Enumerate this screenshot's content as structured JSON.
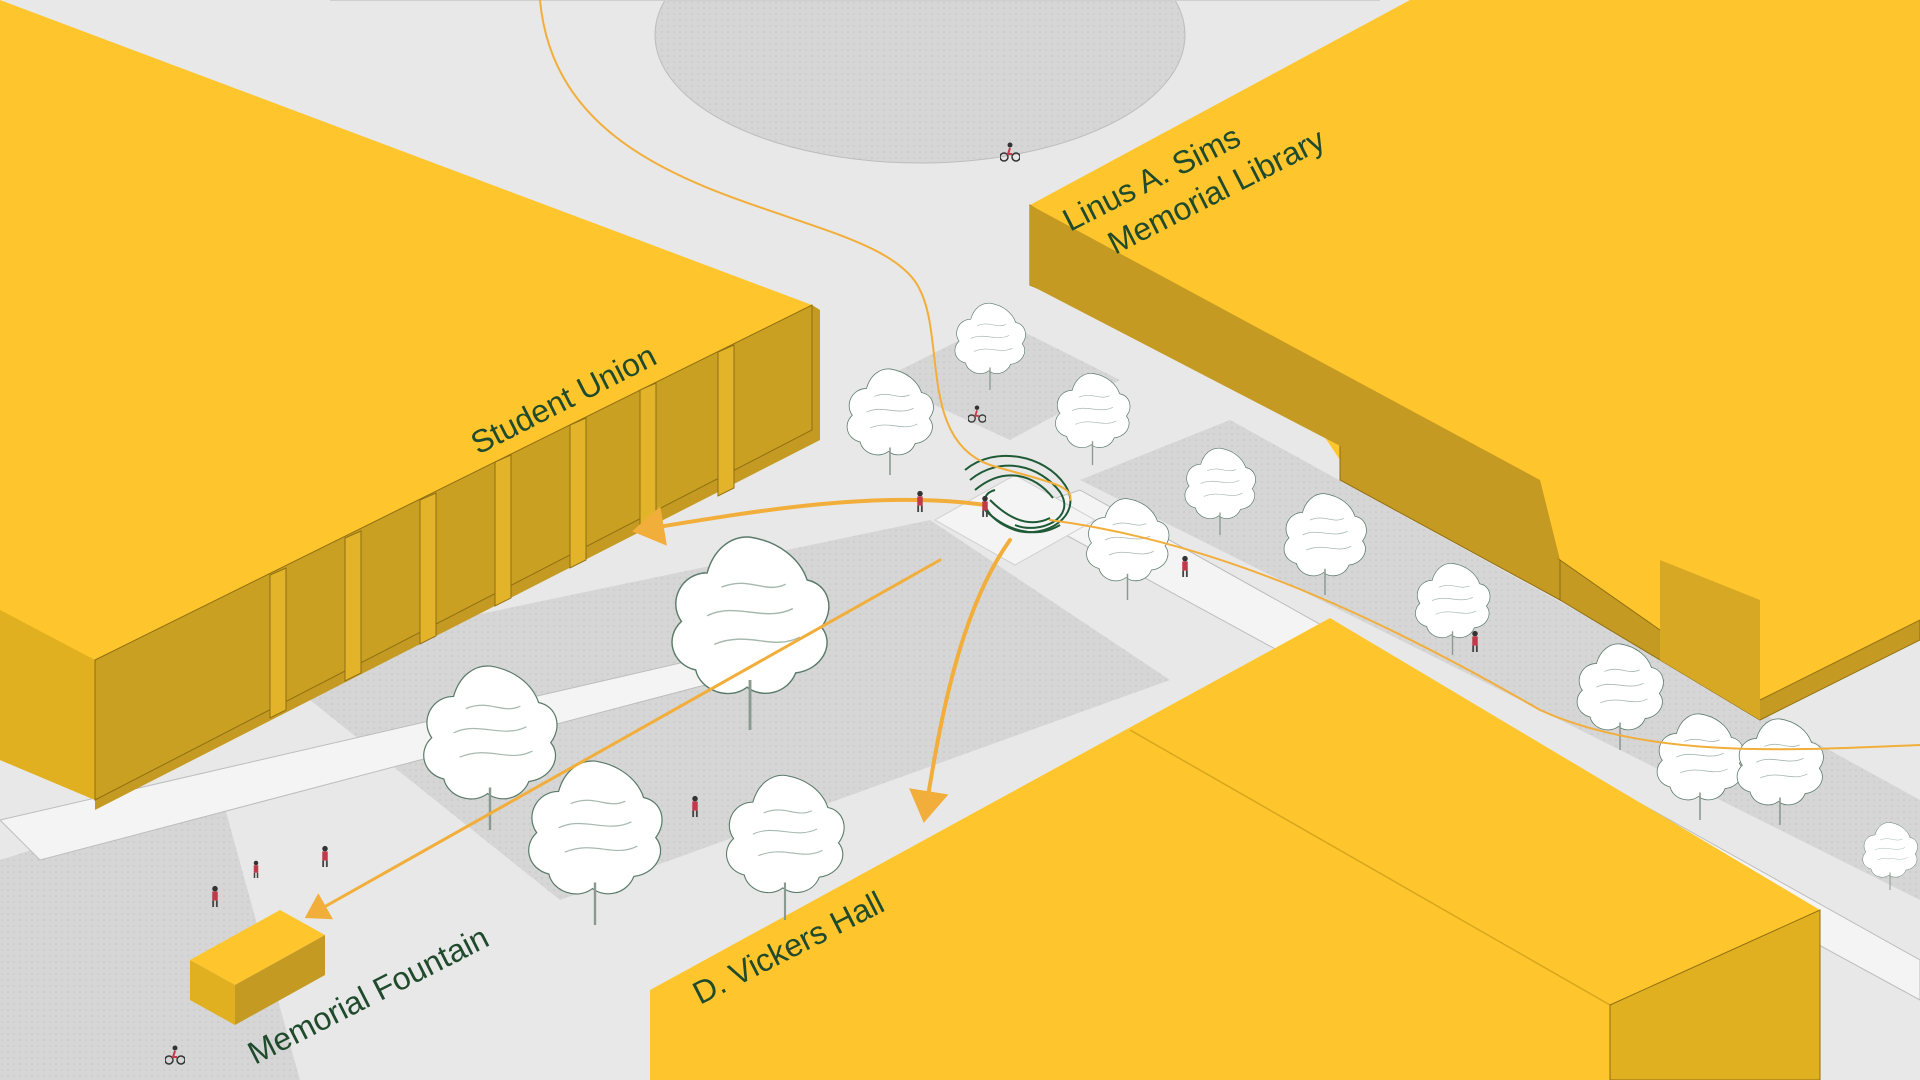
{
  "diagram": {
    "labels": {
      "student_union": "Student Union",
      "library_line1": "Linus A. Sims",
      "library_line2": "Memorial Library",
      "vickers_hall": "D. Vickers Hall",
      "memorial_fountain": "Memorial Fountain"
    },
    "colors": {
      "ground": "#e7e7e7",
      "plaza": "#d9d9d9",
      "path": "#f2f2f2",
      "building_top": "#fec62c",
      "building_side": "#c49a22",
      "building_front": "#e0b020",
      "route": "#f2ae3a",
      "label": "#1f4a2c",
      "sculpture": "#1f5a36"
    },
    "icons": [
      "tree-icon",
      "person-icon",
      "cyclist-icon",
      "sculpture-icon",
      "route-arrow-icon"
    ]
  }
}
